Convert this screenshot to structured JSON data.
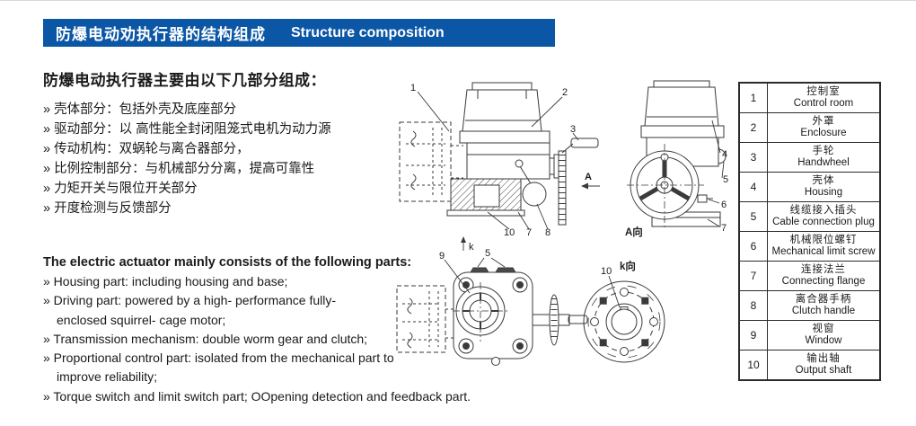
{
  "colors": {
    "banner_bg": "#0b57a5",
    "banner_text": "#ffffff",
    "drawing_line": "#3a3a3a",
    "table_border": "#2b2b2b"
  },
  "banner": {
    "title_zh": "防爆电动劝执行器的结构组成",
    "title_en": "Structure composition"
  },
  "intro_zh": {
    "heading": "防爆电动执行器主要由以下几部分组成：",
    "items": [
      "» 壳体部分：包括外壳及底座部分",
      "» 驱动部分：以 高性能全封闭阻笼式电机为动力源",
      "» 传动机构：双蜗轮与离合器部分，",
      "» 比例控制部分：与机械部分分离，提高可靠性",
      "» 力矩开关与限位开关部分",
      "» 开度检测与反馈部分"
    ]
  },
  "intro_en": {
    "heading": "The electric actuator mainly consists of the following parts:",
    "lines": [
      {
        "text": "» Housing part: including housing and base;",
        "indent": false
      },
      {
        "text": "» Driving part: powered by a high- performance fully-",
        "indent": false
      },
      {
        "text": "enclosed squirrel- cage motor;",
        "indent": true
      },
      {
        "text": "» Transmission mechanism: double worm gear and clutch;",
        "indent": false
      },
      {
        "text": "» Proportional control part: isolated from the mechanical part to",
        "indent": false
      },
      {
        "text": "improve reliability;",
        "indent": true
      },
      {
        "text": "» Torque switch and limit  switch part; OOpening detection and feedback part.",
        "indent": false
      }
    ]
  },
  "diagram": {
    "callouts": {
      "c1": "1",
      "c2": "2",
      "c3": "3",
      "c4": "4",
      "c5": "5",
      "c5_bottom": "5",
      "c6": "6",
      "c7": "7",
      "c7_front": "7",
      "c8": "8",
      "c9": "9",
      "c10": "10",
      "c10_k": "10"
    },
    "direction_arrows": {
      "a": "A",
      "k": "k"
    },
    "view_labels": {
      "a_view": "A向",
      "k_view": "k向"
    }
  },
  "parts_table": {
    "rows": [
      {
        "num": "1",
        "zh": "控制室",
        "en": "Control room"
      },
      {
        "num": "2",
        "zh": "外罩",
        "en": "Enclosure"
      },
      {
        "num": "3",
        "zh": "手轮",
        "en": "Handwheel"
      },
      {
        "num": "4",
        "zh": "壳体",
        "en": "Housing"
      },
      {
        "num": "5",
        "zh": "线缆接入插头",
        "en": "Cable connection plug"
      },
      {
        "num": "6",
        "zh": "机械限位螺钉",
        "en": "Mechanical limit screw"
      },
      {
        "num": "7",
        "zh": "连接法兰",
        "en": "Connecting flange"
      },
      {
        "num": "8",
        "zh": "离合器手柄",
        "en": "Clutch handle"
      },
      {
        "num": "9",
        "zh": "视窗",
        "en": "Window"
      },
      {
        "num": "10",
        "zh": "输出轴",
        "en": "Output shaft"
      }
    ]
  }
}
